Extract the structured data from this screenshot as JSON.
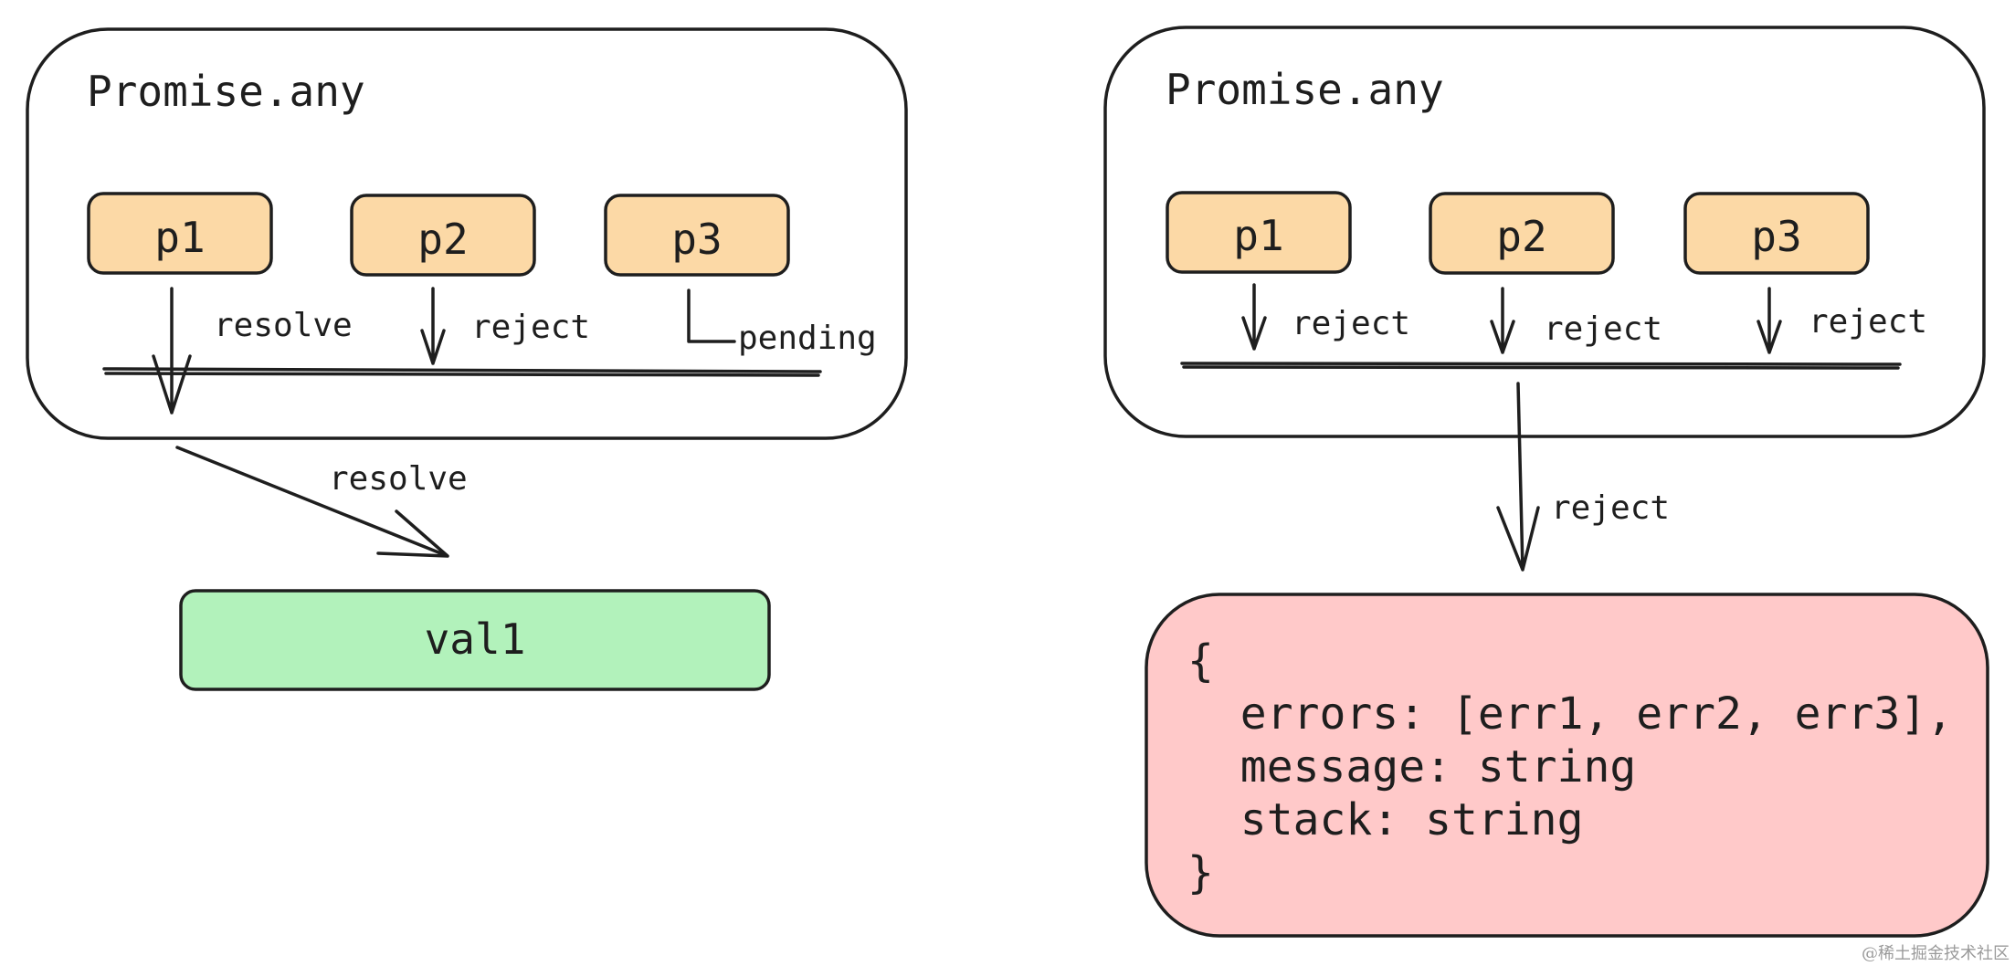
{
  "left": {
    "title": "Promise.any",
    "promises": [
      {
        "label": "p1",
        "state": "resolve"
      },
      {
        "label": "p2",
        "state": "reject"
      },
      {
        "label": "p3",
        "state": "pending"
      }
    ],
    "outcome_label": "resolve",
    "result": "val1"
  },
  "right": {
    "title": "Promise.any",
    "promises": [
      {
        "label": "p1",
        "state": "reject"
      },
      {
        "label": "p2",
        "state": "reject"
      },
      {
        "label": "p3",
        "state": "reject"
      }
    ],
    "outcome_label": "reject",
    "result_lines": [
      "{",
      "  errors: [err1, err2, err3],",
      "  message: string",
      "  stack: string",
      "}"
    ]
  },
  "watermark": "@稀土掘金技术社区",
  "colors": {
    "stroke": "#1e1e1e",
    "pill_fill": "#fcd9a6",
    "resolve_fill": "#b2f2bb",
    "reject_fill": "#ffc9c9"
  }
}
